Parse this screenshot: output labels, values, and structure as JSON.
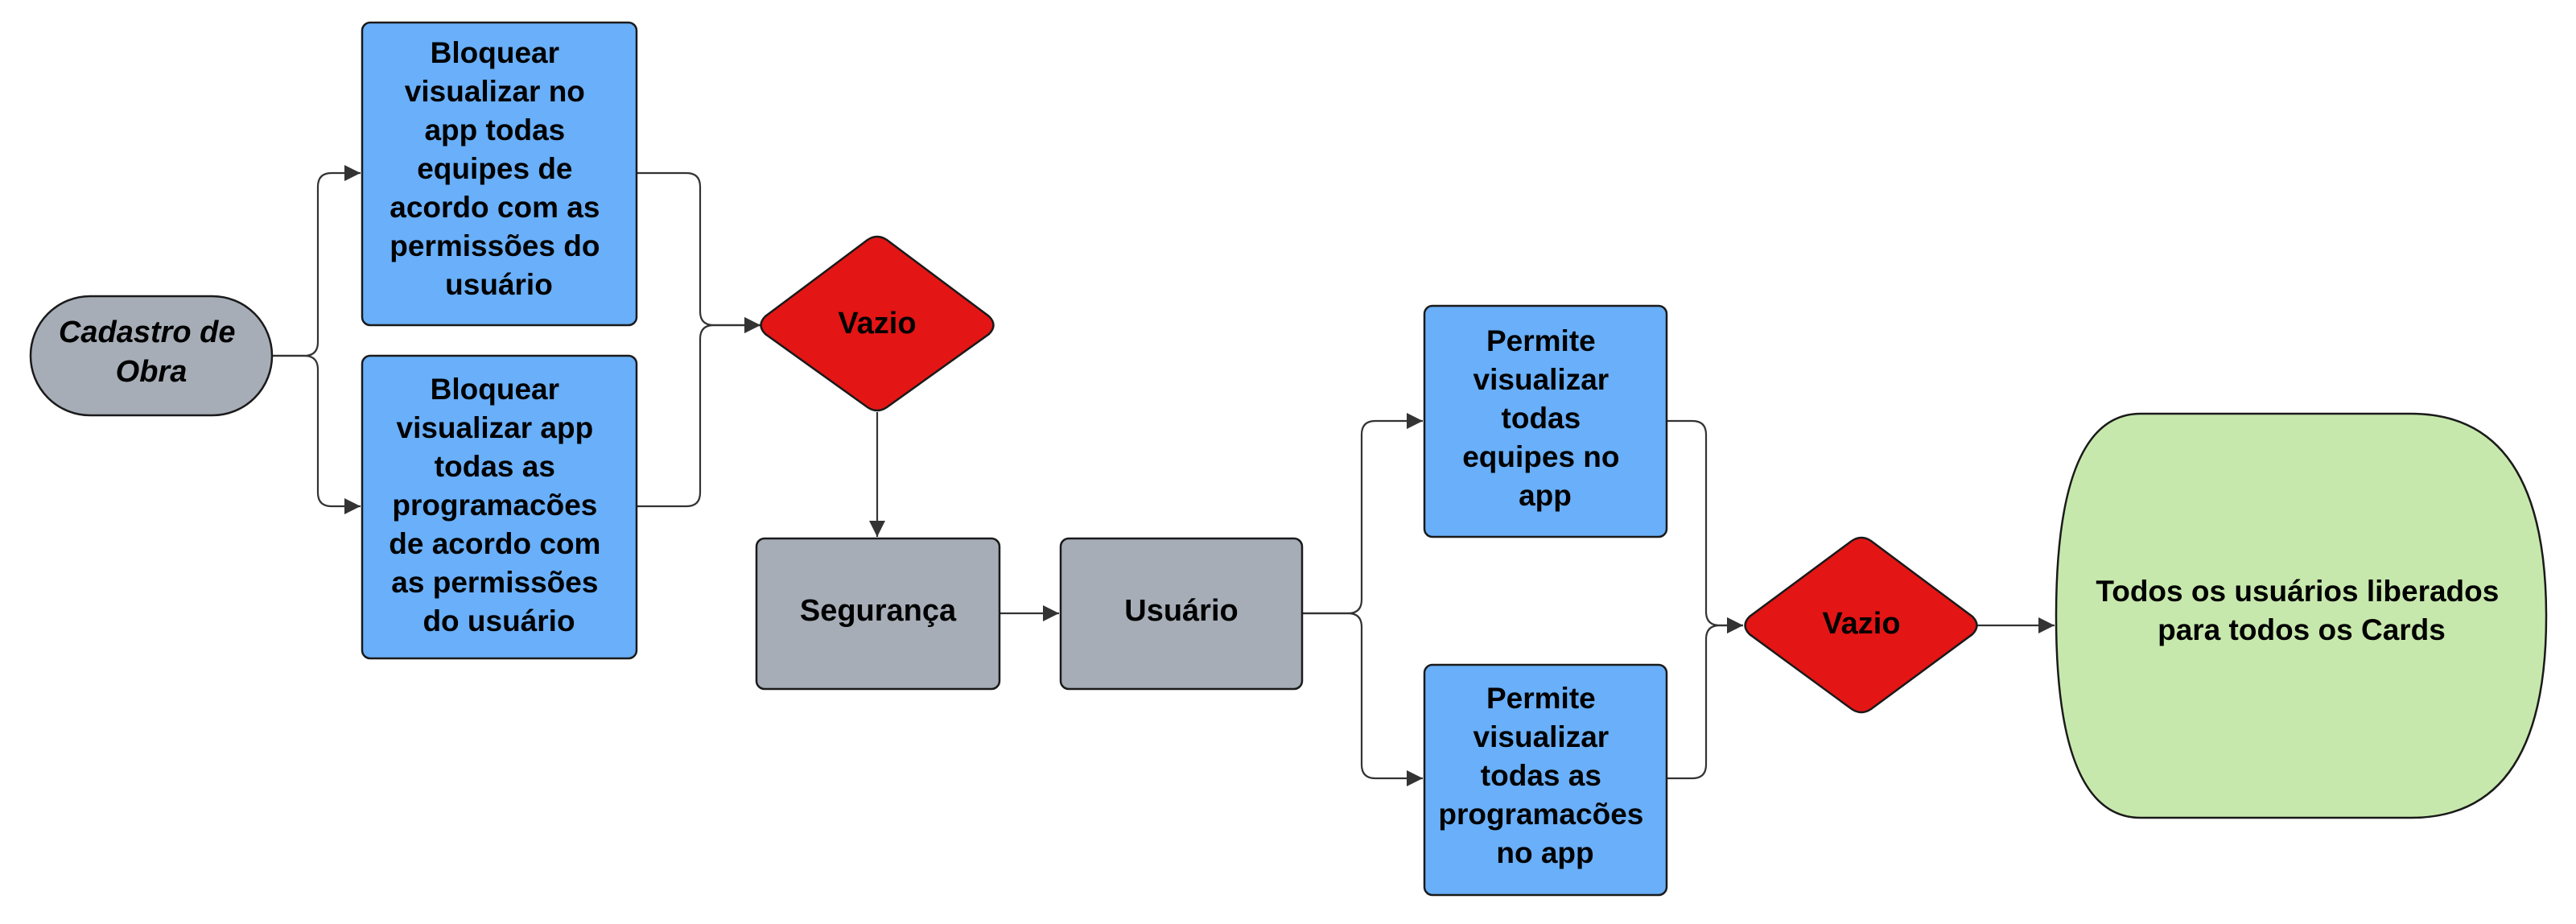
{
  "colors": {
    "blue": "#69aff9",
    "gray": "#a6adb7",
    "red": "#e41515",
    "green": "#c7e8ac",
    "stroke": "#1a1a1a",
    "edge": "#333333"
  },
  "nodes": {
    "cadastro_obra": {
      "lines": [
        "Cadastro de",
        "Obra"
      ]
    },
    "bloquear_equipes": {
      "lines": [
        "Bloquear",
        "visualizar no",
        "app todas",
        "equipes de",
        "acordo com as",
        "permissões do",
        "usuário"
      ]
    },
    "bloquear_programacoes": {
      "lines": [
        "Bloquear",
        "visualizar app",
        "todas as",
        "programacões",
        "de acordo com",
        "as permissões",
        "do usuário"
      ]
    },
    "vazio_1": {
      "lines": [
        "Vazio"
      ]
    },
    "seguranca": {
      "lines": [
        "Segurança"
      ]
    },
    "usuario": {
      "lines": [
        "Usuário"
      ]
    },
    "permite_equipes": {
      "lines": [
        "Permite",
        "visualizar",
        "todas",
        "equipes no",
        "app"
      ]
    },
    "permite_programacoes": {
      "lines": [
        "Permite",
        "visualizar",
        "todas as",
        "programacões",
        "no app"
      ]
    },
    "vazio_2": {
      "lines": [
        "Vazio"
      ]
    },
    "todos_liberados": {
      "lines": [
        "Todos os usuários liberados",
        "para todos os Cards"
      ]
    }
  },
  "edges": [
    {
      "from": "cadastro_obra",
      "to": "bloquear_equipes"
    },
    {
      "from": "cadastro_obra",
      "to": "bloquear_programacoes"
    },
    {
      "from": "bloquear_equipes",
      "to": "vazio_1"
    },
    {
      "from": "bloquear_programacoes",
      "to": "vazio_1"
    },
    {
      "from": "vazio_1",
      "to": "seguranca"
    },
    {
      "from": "seguranca",
      "to": "usuario"
    },
    {
      "from": "usuario",
      "to": "permite_equipes"
    },
    {
      "from": "usuario",
      "to": "permite_programacoes"
    },
    {
      "from": "permite_equipes",
      "to": "vazio_2"
    },
    {
      "from": "permite_programacoes",
      "to": "vazio_2"
    },
    {
      "from": "vazio_2",
      "to": "todos_liberados"
    }
  ]
}
